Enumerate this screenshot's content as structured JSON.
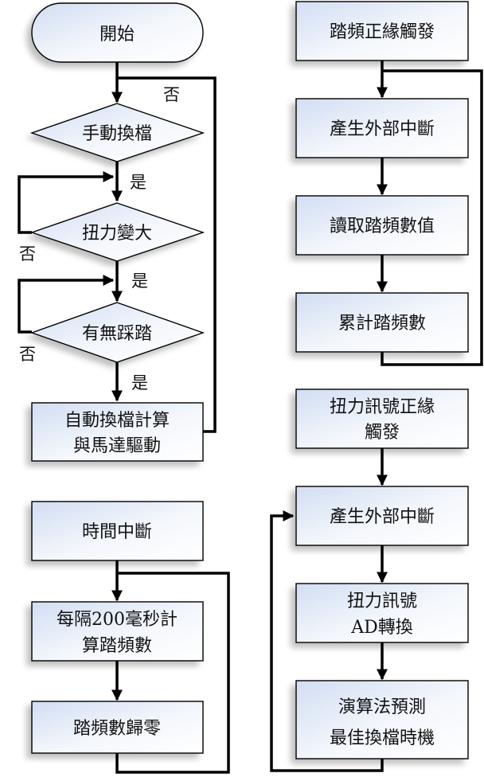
{
  "diagram": {
    "left_top": {
      "start": "開始",
      "decision_manual_shift": "手動換檔",
      "decision_torque_increase": "扭力變大",
      "decision_pedaling": "有無踩踏",
      "process_auto_shift": [
        "自動換檔計算",
        "與馬達驅動"
      ],
      "labels": {
        "yes": "是",
        "no": "否"
      }
    },
    "left_bottom": {
      "timer_interrupt": "時間中斷",
      "compute_cadence": [
        "每隔200毫秒計",
        "算踏頻數"
      ],
      "reset_cadence": "踏頻數歸零"
    },
    "right_top": {
      "cadence_edge_trigger": "踏頻正緣觸發",
      "external_interrupt": "產生外部中斷",
      "read_cadence": "讀取踏頻數值",
      "accumulate_cadence": "累計踏頻數"
    },
    "right_bottom": {
      "torque_edge_trigger": [
        "扭力訊號正緣",
        "觸發"
      ],
      "external_interrupt": "產生外部中斷",
      "torque_ad": [
        "扭力訊號",
        "AD轉換"
      ],
      "predict_shift": [
        "演算法預測",
        "最佳換檔時機"
      ]
    }
  },
  "colors": {
    "fill_light": "#ffffff",
    "fill_blue": "#d4e1f5",
    "stroke": "#000000"
  }
}
